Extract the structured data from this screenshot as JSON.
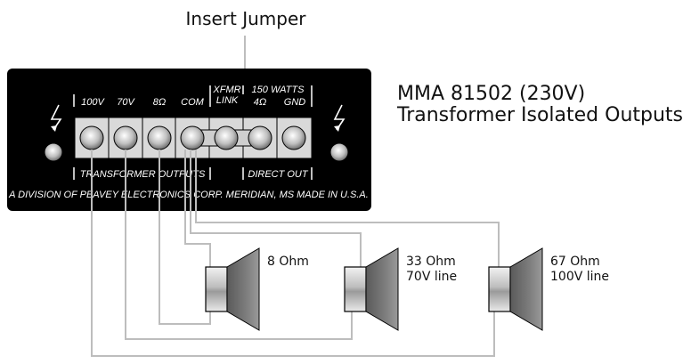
{
  "insert_jumper_label": "Insert Jumper",
  "model_title": "MMA 81502 (230V)",
  "model_subtitle": "Transformer Isolated Outputs",
  "panel": {
    "terminal_labels": {
      "t100v": "100V",
      "t70v": "70V",
      "t8ohm": "8Ω",
      "com": "COM",
      "xfmr_top": "XFMR",
      "xfmr_bottom": "LINK",
      "watts": "150 WATTS",
      "t4ohm": "4Ω",
      "gnd": "GND"
    },
    "group_transformer_outputs": "TRANSFORMER OUTPUTS",
    "group_direct_out": "DIRECT OUT",
    "footer": "A DIVISION OF PEAVEY ELECTRONICS CORP.  MERIDIAN, MS  MADE IN U.S.A."
  },
  "speakers": [
    {
      "line1": "8 Ohm",
      "line2": ""
    },
    {
      "line1": "33 Ohm",
      "line2": "70V line"
    },
    {
      "line1": "67 Ohm",
      "line2": "100V line"
    }
  ],
  "colors": {
    "panel": "#000000",
    "wire": "#bdbdbd",
    "terminal_block": "#d9d9d9",
    "text_on_panel": "#ffffff"
  },
  "icons": [
    "lightning-bolt-icon",
    "screw-icon",
    "speaker-icon",
    "arrow-down-icon"
  ]
}
